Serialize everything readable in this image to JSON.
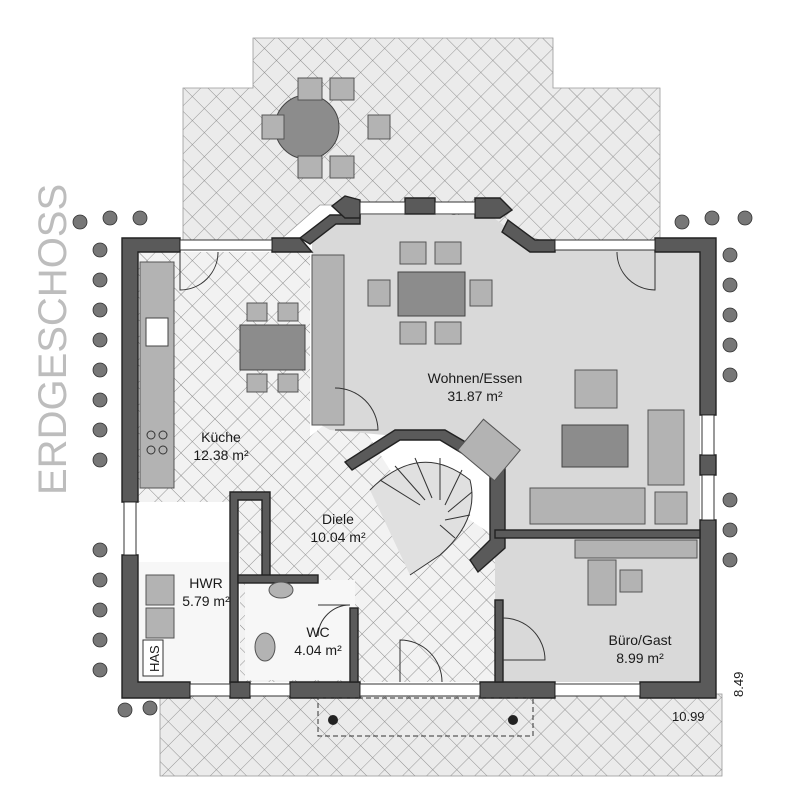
{
  "floor_label": "ERDGESCHOSS",
  "rooms": [
    {
      "name": "Wohnen/Essen",
      "area": "31.87 m²"
    },
    {
      "name": "Küche",
      "area": "12.38 m²"
    },
    {
      "name": "Diele",
      "area": "10.04 m²"
    },
    {
      "name": "HWR",
      "area": "5.79 m²"
    },
    {
      "name": "WC",
      "area": "4.04 m²"
    },
    {
      "name": "Büro/Gast",
      "area": "8.99 m²"
    }
  ],
  "utility_label": "HAS",
  "dimensions": {
    "width": "10.99",
    "depth": "8.49"
  },
  "colors": {
    "wall": "#5a5a5a",
    "floor_tile": "#eeeeee",
    "floor_plain": "#d7d7d7",
    "terrace": "#e8e8e8"
  }
}
